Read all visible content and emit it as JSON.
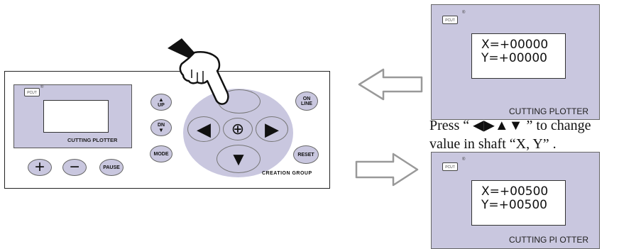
{
  "panel": {
    "logo_text": "PCUT",
    "registered_mark": "®",
    "lcd_label": "CUTTING PLOTTER",
    "brand": "CREATION GROUP",
    "buttons": {
      "plus": "+",
      "minus": "−",
      "pause": "PAUSE",
      "up_arrow": "▲",
      "up": "UP",
      "dn": "DN",
      "dn_arrow": "▼",
      "mode": "MODE",
      "on": "ON",
      "line": "LINE",
      "reset": "RESET",
      "center": "⊕",
      "left": "◀",
      "right": "▶",
      "down": "▼"
    }
  },
  "display_top": {
    "logo_text": "PCUT",
    "registered_mark": "®",
    "line1": "X=+00000",
    "line2": "Y=+00000",
    "label": "CUTTING PLOTTER"
  },
  "display_bottom": {
    "logo_text": "PCUT",
    "registered_mark": "®",
    "line1": "X=+00500",
    "line2": "Y=+00500",
    "label": "CUTTING PI OTTER"
  },
  "caption": {
    "line1": "Press “ ◀▶▲▼ ” to change",
    "line2": "value in shaft “X, Y” ."
  },
  "colors": {
    "panel_fill": "#c9c7df",
    "outline": "#222222"
  }
}
